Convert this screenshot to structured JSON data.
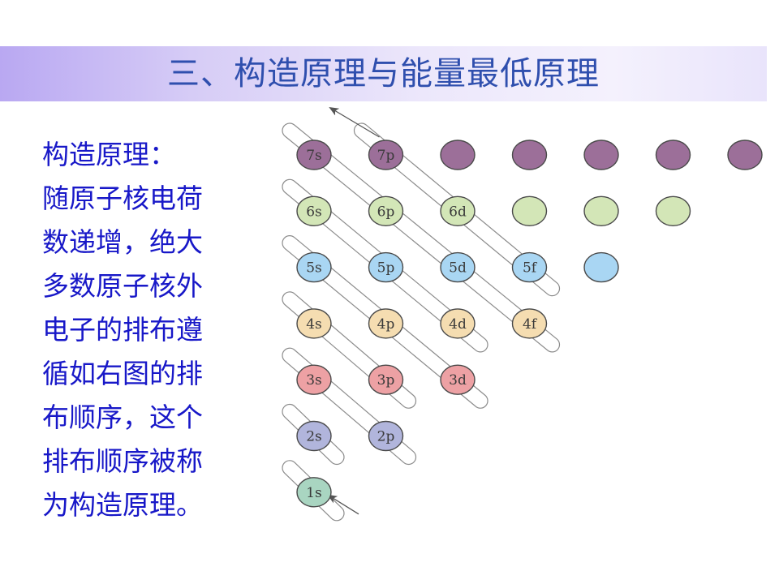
{
  "title": "三、构造原理与能量最低原理",
  "text": {
    "heading": "构造原理：",
    "lines": [
      "随原子核电荷",
      "数递增，绝大",
      "多数原子核外",
      "电子的排布遵",
      "循如右图的排",
      "布顺序，这个",
      "排布顺序被称",
      "为构造原理。"
    ]
  },
  "colors": {
    "title_text": "#2f4fae",
    "body_text": "#1818c8",
    "n7": "#9c6f99",
    "n6": "#d3e6b7",
    "n5": "#a9d6f3",
    "n4": "#f5ddb1",
    "n3": "#eda1a4",
    "n2": "#b1b5dc",
    "n1": "#a9d5c1"
  },
  "diagram": {
    "rows": [
      {
        "shell": 7,
        "color": "n7",
        "labels": [
          "7s",
          "7p",
          "",
          "",
          "",
          "",
          ""
        ]
      },
      {
        "shell": 6,
        "color": "n6",
        "labels": [
          "6s",
          "6p",
          "6d",
          "",
          "",
          ""
        ]
      },
      {
        "shell": 5,
        "color": "n5",
        "labels": [
          "5s",
          "5p",
          "5d",
          "5f",
          ""
        ]
      },
      {
        "shell": 4,
        "color": "n4",
        "labels": [
          "4s",
          "4p",
          "4d",
          "4f"
        ]
      },
      {
        "shell": 3,
        "color": "n3",
        "labels": [
          "3s",
          "3p",
          "3d"
        ]
      },
      {
        "shell": 2,
        "color": "n2",
        "labels": [
          "2s",
          "2p"
        ]
      },
      {
        "shell": 1,
        "color": "n1",
        "labels": [
          "1s"
        ]
      }
    ]
  }
}
